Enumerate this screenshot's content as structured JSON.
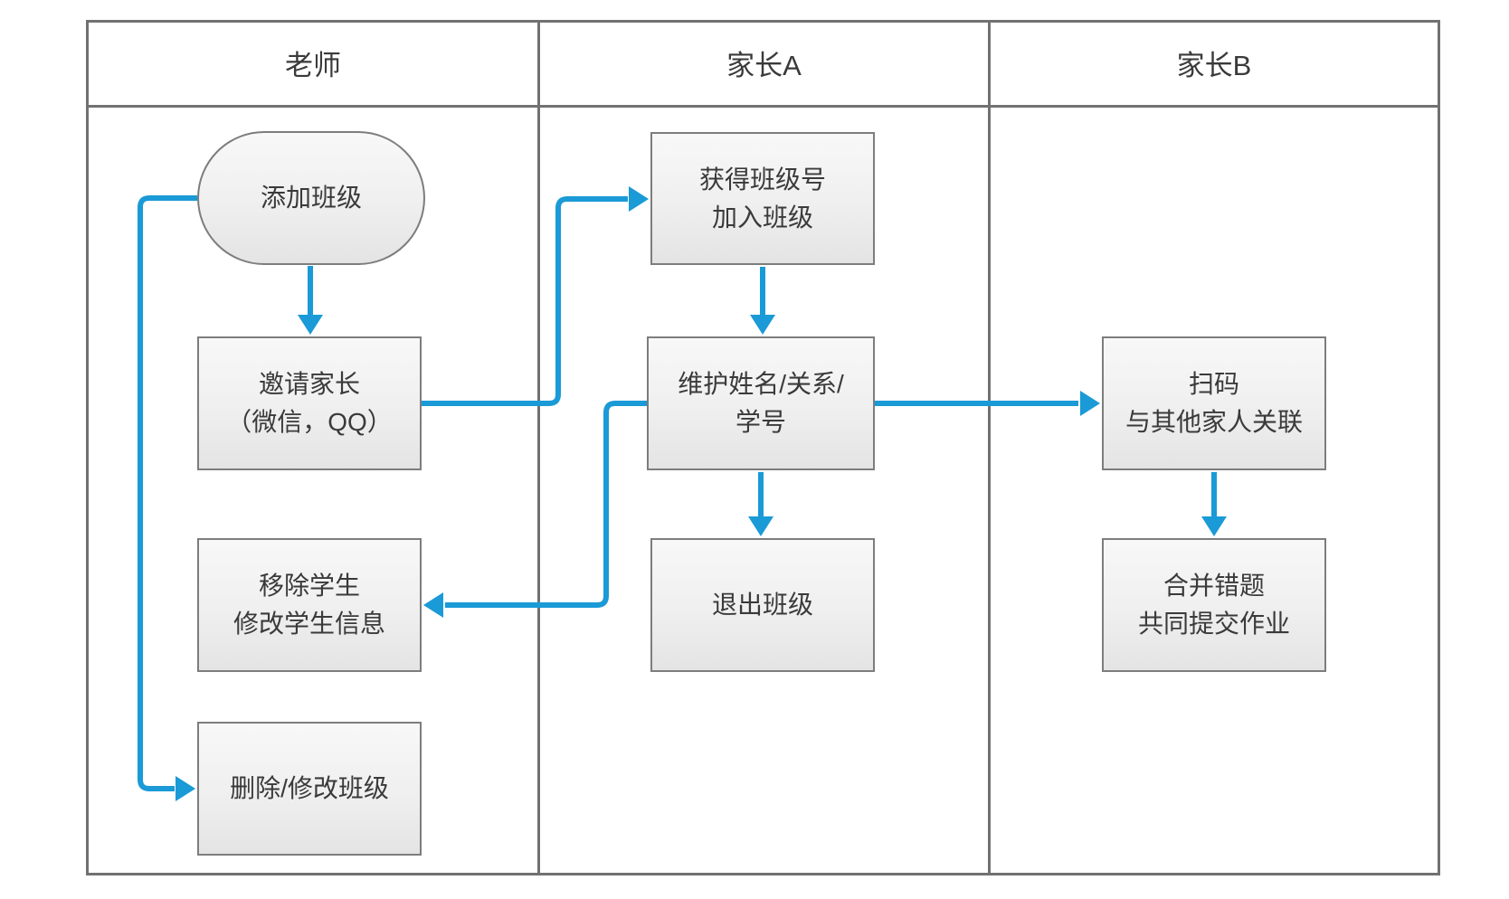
{
  "colors": {
    "accent": "#1a9ad6",
    "frame_border": "#717171",
    "node_border": "#7d7d7d",
    "node_fill_top": "#f8f8f8",
    "node_fill_bottom": "#e4e4e4",
    "text": "#3a3a3a"
  },
  "lanes": [
    {
      "title": "老师"
    },
    {
      "title": "家长A"
    },
    {
      "title": "家长B"
    }
  ],
  "nodes": {
    "add_class": {
      "lane": "老师",
      "shape": "stadium",
      "line1": "添加班级"
    },
    "invite_parents": {
      "lane": "老师",
      "shape": "rectangle",
      "line1": "邀请家长",
      "line2": "（微信，QQ）"
    },
    "remove_students": {
      "lane": "老师",
      "shape": "rectangle",
      "line1": "移除学生",
      "line2": "修改学生信息"
    },
    "delete_class": {
      "lane": "老师",
      "shape": "rectangle",
      "line1": "删除/修改班级"
    },
    "join_class": {
      "lane": "家长A",
      "shape": "rectangle",
      "line1": "获得班级号",
      "line2": "加入班级"
    },
    "maintain_info": {
      "lane": "家长A",
      "shape": "rectangle",
      "line1": "维护姓名/关系/",
      "line2": "学号"
    },
    "exit_class": {
      "lane": "家长A",
      "shape": "rectangle",
      "line1": "退出班级"
    },
    "scan_link": {
      "lane": "家长B",
      "shape": "rectangle",
      "line1": "扫码",
      "line2": "与其他家人关联"
    },
    "merge_submit": {
      "lane": "家长B",
      "shape": "rectangle",
      "line1": "合并错题",
      "line2": "共同提交作业"
    }
  },
  "edges": [
    {
      "from": "add_class",
      "to": "invite_parents"
    },
    {
      "from": "add_class",
      "to": "delete_class"
    },
    {
      "from": "invite_parents",
      "to": "join_class"
    },
    {
      "from": "join_class",
      "to": "maintain_info"
    },
    {
      "from": "maintain_info",
      "to": "exit_class"
    },
    {
      "from": "maintain_info",
      "to": "scan_link"
    },
    {
      "from": "maintain_info",
      "to": "remove_students"
    },
    {
      "from": "scan_link",
      "to": "merge_submit"
    }
  ]
}
